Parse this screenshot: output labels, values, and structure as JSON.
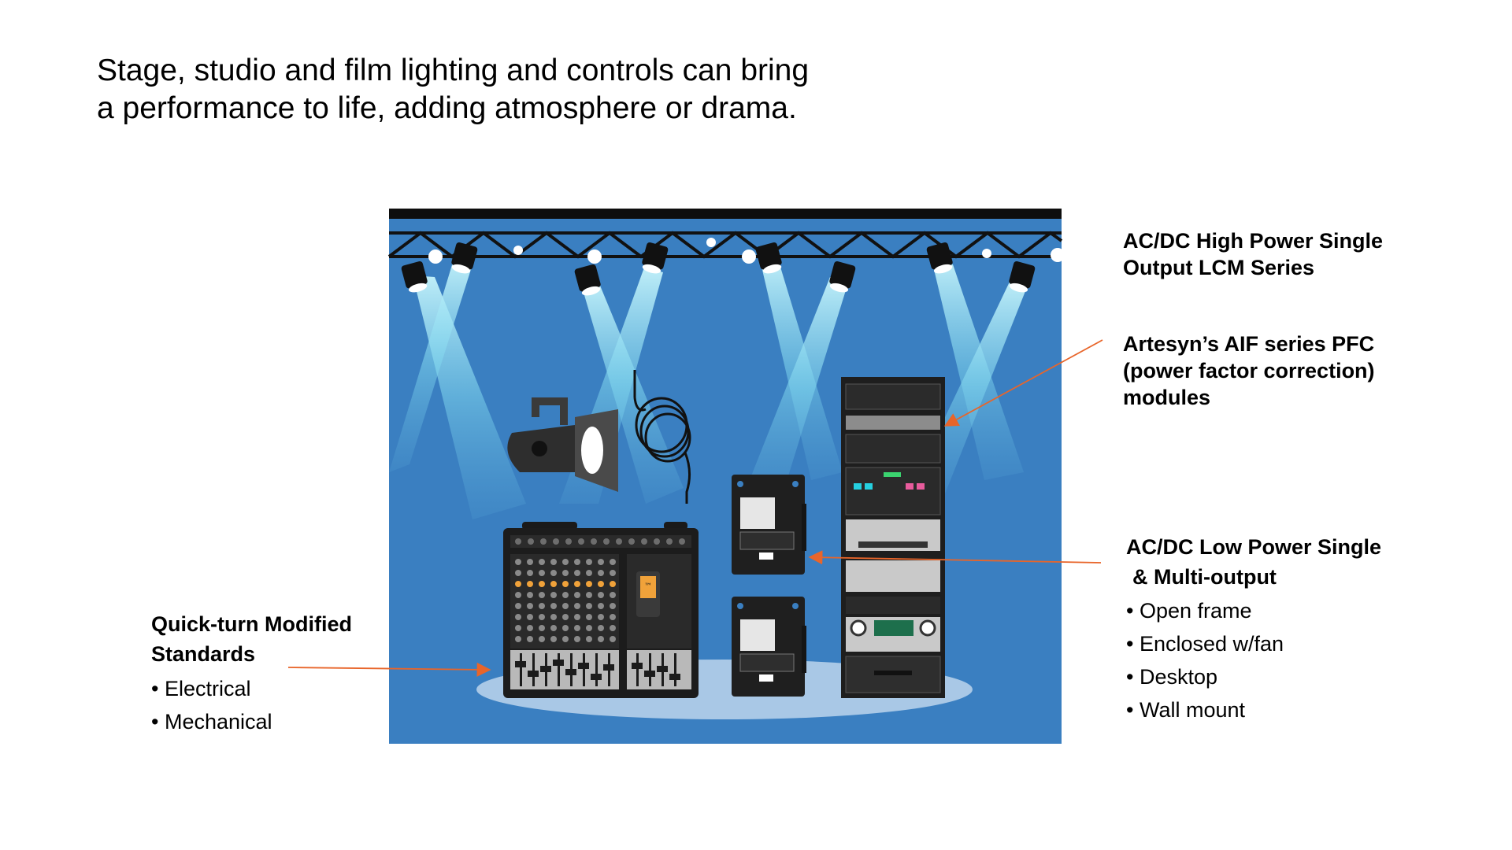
{
  "intro": {
    "line1": "Stage, studio and film lighting and controls can bring",
    "line2": "a performance to life, adding atmosphere or drama."
  },
  "callouts": {
    "lcm": {
      "line1": "AC/DC High Power Single",
      "line2": "Output LCM Series"
    },
    "aif": {
      "line1": "Artesyn’s AIF series PFC",
      "line2": "(power factor correction)",
      "line3": "modules"
    },
    "low_power": {
      "line1": "AC/DC Low Power Single",
      "line2": "& Multi-output",
      "bullets": [
        "Open frame",
        "Enclosed w/fan",
        "Desktop",
        "Wall mount"
      ]
    },
    "quick_turn": {
      "line1": "Quick-turn Modified",
      "line2": "Standards",
      "bullets": [
        "Electrical",
        "Mechanical"
      ]
    }
  },
  "mixer_display": "™",
  "colors": {
    "stage_blue": "#3a7fc1",
    "truss": "#111111",
    "beam": "#8fe3f2",
    "arrow": "#e8652a",
    "floor": "#a9c8e6"
  },
  "icons": [
    "spotlight-icon",
    "fresnel-lamp-icon",
    "audio-cable-icon",
    "mixing-console-icon",
    "power-supply-icon",
    "equipment-rack-icon"
  ]
}
